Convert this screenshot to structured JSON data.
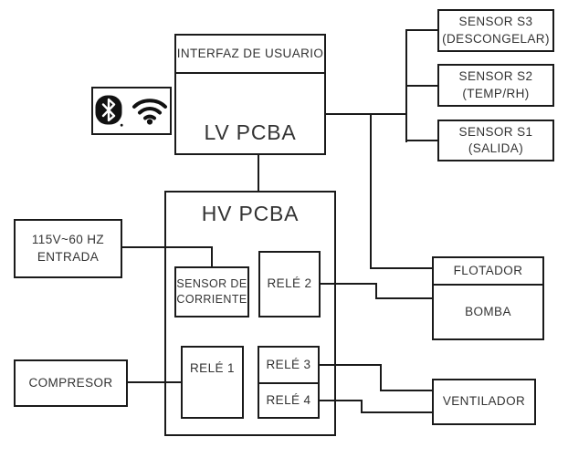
{
  "blocks": {
    "interfaz_usuario": "INTERFAZ DE USUARIO",
    "lv_pcba": "LV PCBA",
    "hv_pcba": "HV PCBA",
    "sensor_s3": {
      "name": "SENSOR S3",
      "detail": "(DESCONGELAR)"
    },
    "sensor_s2": {
      "name": "SENSOR S2",
      "detail": "(TEMP/RH)"
    },
    "sensor_s1": {
      "name": "SENSOR S1",
      "detail": "(SALIDA)"
    },
    "entrada": {
      "name": "115V~60 HZ",
      "detail": "ENTRADA"
    },
    "sensor_corriente": {
      "name": "SENSOR DE",
      "detail": "CORRIENTE"
    },
    "rele_1": "RELÉ 1",
    "rele_2": "RELÉ 2",
    "rele_3": "RELÉ 3",
    "rele_4": "RELÉ 4",
    "compresor": "COMPRESOR",
    "flotador": "FLOTADOR",
    "bomba": "BOMBA",
    "ventilador": "VENTILADOR"
  },
  "icons": {
    "bluetooth": "bluetooth-icon",
    "wifi": "wifi-icon"
  },
  "connections": [
    {
      "from": "interfaz_usuario",
      "to": "lv_pcba"
    },
    {
      "from": "lv_pcba",
      "to": "hv_pcba"
    },
    {
      "from": "lv_pcba",
      "to": "sensor_s3"
    },
    {
      "from": "lv_pcba",
      "to": "sensor_s2"
    },
    {
      "from": "lv_pcba",
      "to": "sensor_s1"
    },
    {
      "from": "lv_pcba",
      "to": "flotador"
    },
    {
      "from": "entrada",
      "to": "sensor_corriente"
    },
    {
      "from": "rele_2",
      "to": "bomba"
    },
    {
      "from": "compresor",
      "to": "rele_1"
    },
    {
      "from": "rele_3",
      "to": "ventilador"
    },
    {
      "from": "rele_4",
      "to": "ventilador"
    }
  ],
  "colors": {
    "line": "#1a1a1a",
    "text": "#333333",
    "background": "#ffffff",
    "icon": "#111111"
  }
}
